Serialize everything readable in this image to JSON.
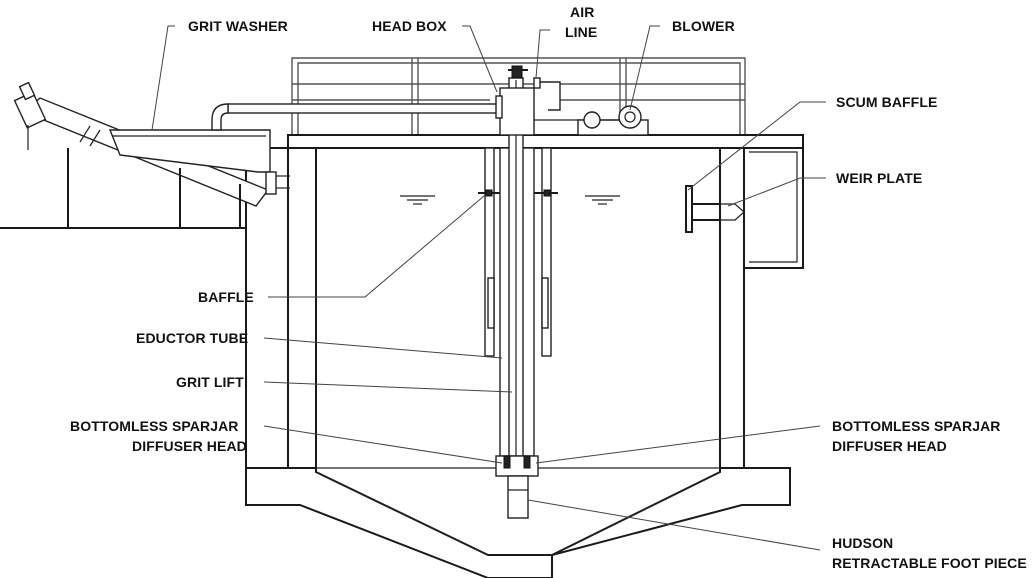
{
  "labels": {
    "grit_washer": "GRIT WASHER",
    "head_box": "HEAD BOX",
    "air_line_1": "AIR",
    "air_line_2": "LINE",
    "blower": "BLOWER",
    "scum_baffle": "SCUM BAFFLE",
    "weir_plate": "WEIR PLATE",
    "baffle": "BAFFLE",
    "eductor_tube": "EDUCTOR TUBE",
    "grit_lift": "GRIT LIFT",
    "diffuser_left_1": "BOTTOMLESS SPARJAR",
    "diffuser_left_2": "DIFFUSER HEAD",
    "diffuser_right_1": "BOTTOMLESS SPARJAR",
    "diffuser_right_2": "DIFFUSER HEAD",
    "foot_piece_1": "HUDSON",
    "foot_piece_2": "RETRACTABLE FOOT PIECE"
  },
  "colors": {
    "line": "#1a1a1a",
    "background": "#ffffff"
  }
}
